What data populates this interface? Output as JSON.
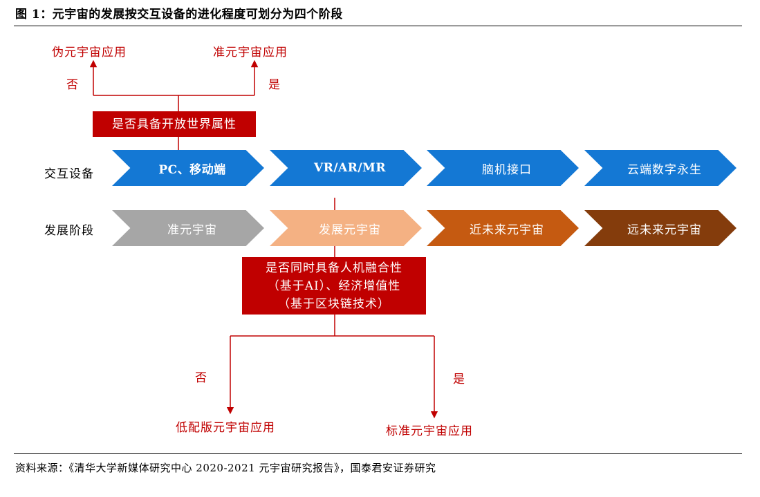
{
  "header": {
    "title": "图 1：元宇宙的发展按交互设备的进化程度可划分为四个阶段"
  },
  "top": {
    "left_result": "伪元宇宙应用",
    "right_result": "准元宇宙应用",
    "no_label": "否",
    "yes_label": "是",
    "decision": "是否具备开放世界属性"
  },
  "rows": {
    "devices_label": "交互设备",
    "stages_label": "发展阶段"
  },
  "devices": [
    {
      "label": "PC、移动端",
      "color": "#1478d4"
    },
    {
      "label": "VR/AR/MR",
      "color": "#1478d4"
    },
    {
      "label": "脑机接口",
      "color": "#1478d4"
    },
    {
      "label": "云端数字永生",
      "color": "#1478d4"
    }
  ],
  "stages": [
    {
      "label": "准元宇宙",
      "color": "#a6a6a6"
    },
    {
      "label": "发展元宇宙",
      "color": "#f4b183"
    },
    {
      "label": "近未来元宇宙",
      "color": "#c55a11"
    },
    {
      "label": "远未来元宇宙",
      "color": "#843c0c"
    }
  ],
  "bottom": {
    "decision_lines": [
      "是否同时具备人机融合性",
      "（基于AI）、经济增值性",
      "（基于区块链技术）"
    ],
    "no_label": "否",
    "yes_label": "是",
    "left_result": "低配版元宇宙应用",
    "right_result": "标准元宇宙应用"
  },
  "footer": {
    "source": "资料来源：《清华大学新媒体研究中心 2020-2021 元宇宙研究报告》，国泰君安证券研究"
  },
  "colors": {
    "accent_red": "#c00000",
    "device_blue": "#1478d4"
  }
}
